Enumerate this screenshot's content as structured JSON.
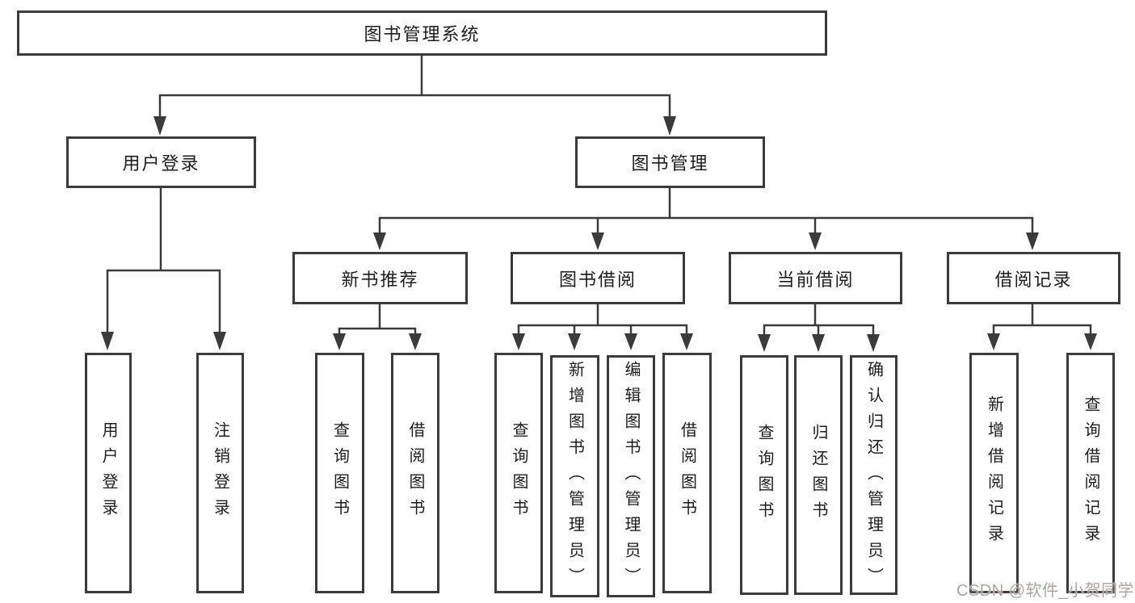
{
  "tree": {
    "root": {
      "label": "图书管理系统"
    },
    "children": [
      {
        "label": "用户登录",
        "children": [
          {
            "label": "用户登录"
          },
          {
            "label": "注销登录"
          }
        ]
      },
      {
        "label": "图书管理",
        "children": [
          {
            "label": "新书推荐",
            "children": [
              {
                "label": "查询图书"
              },
              {
                "label": "借阅图书"
              }
            ]
          },
          {
            "label": "图书借阅",
            "children": [
              {
                "label": "查询图书"
              },
              {
                "label": "新增图书（管理员）"
              },
              {
                "label": "编辑图书（管理员）"
              },
              {
                "label": "借阅图书"
              }
            ]
          },
          {
            "label": "当前借阅",
            "children": [
              {
                "label": "查询图书"
              },
              {
                "label": "归还图书"
              },
              {
                "label": "确认归还（管理员）"
              }
            ]
          },
          {
            "label": "借阅记录",
            "children": [
              {
                "label": "新增借阅记录"
              },
              {
                "label": "查询借阅记录"
              }
            ]
          }
        ]
      }
    ]
  },
  "watermark": {
    "text": "CSDN @软件_小贺同学"
  },
  "colors": {
    "line": "#3b3b3b",
    "box_border": "#3b3b3b",
    "text": "#1d1d1d",
    "background": "#ffffff",
    "watermark": "#ada3a3"
  }
}
